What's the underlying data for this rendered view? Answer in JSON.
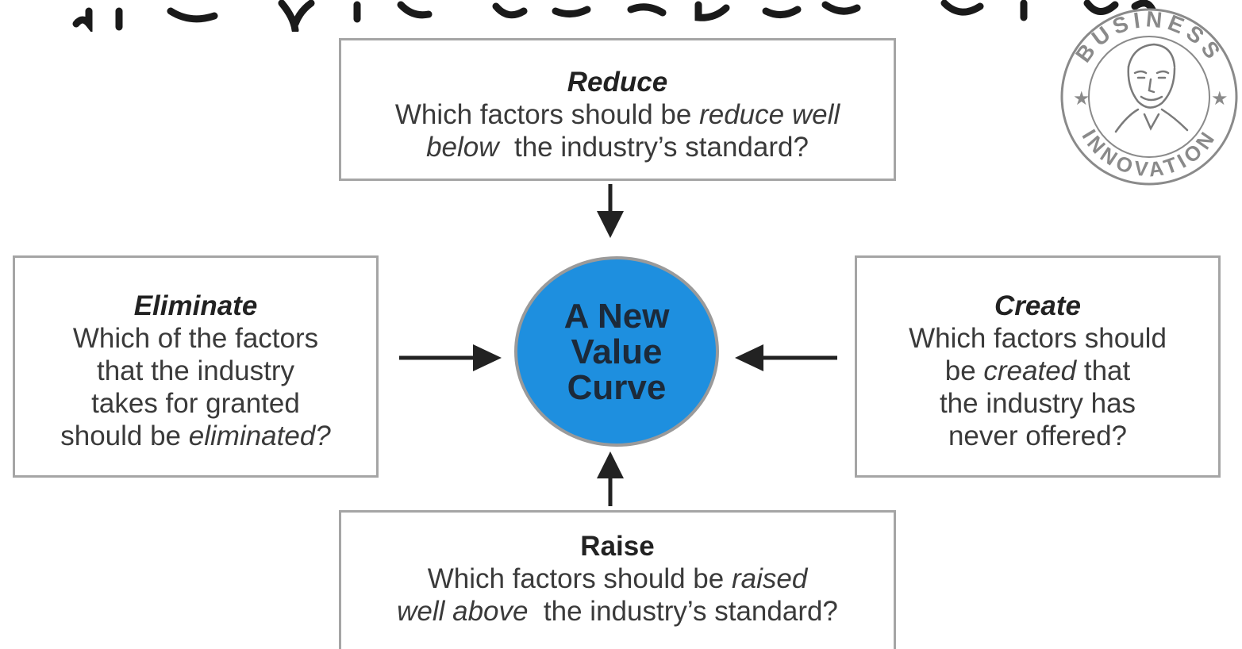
{
  "center": {
    "label": "A New\nValue\nCurve",
    "color": "#1e8fdf"
  },
  "reduce": {
    "title": "Reduce",
    "line1_pre": "Which factors should be ",
    "line1_em": "reduce well",
    "line2_em": "below",
    "line2_post": "  the industry’s standard?"
  },
  "eliminate": {
    "title": "Eliminate",
    "line1": "Which of the factors",
    "line2": "that the industry",
    "line3": "takes for granted",
    "line4_pre": "should be ",
    "line4_em": "eliminated?"
  },
  "create": {
    "title": "Create",
    "line1": "Which factors should",
    "line2_pre": "be ",
    "line2_em": "created",
    "line2_post": " that",
    "line3": "the industry has",
    "line4": "never offered?"
  },
  "raise": {
    "title": "Raise",
    "line1_pre": "Which factors should be ",
    "line1_em": "raised",
    "line2_em": "well above",
    "line2_post": "  the industry’s standard?"
  },
  "logo": {
    "text_top": "BUSINESS",
    "text_bottom": "INNOVATION",
    "icon": "portrait-face-icon",
    "color": "#8a8a8a"
  }
}
